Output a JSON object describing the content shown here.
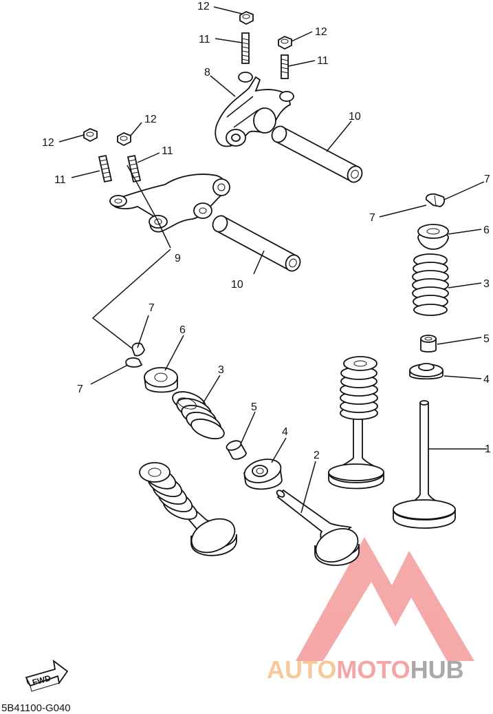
{
  "callouts": [
    {
      "id": "c12a",
      "label": "12"
    },
    {
      "id": "c11a",
      "label": "11"
    },
    {
      "id": "c12b",
      "label": "12"
    },
    {
      "id": "c11b",
      "label": "11"
    },
    {
      "id": "c8",
      "label": "8"
    },
    {
      "id": "c10a",
      "label": "10"
    },
    {
      "id": "c12c",
      "label": "12"
    },
    {
      "id": "c12d",
      "label": "12"
    },
    {
      "id": "c11c",
      "label": "11"
    },
    {
      "id": "c11d",
      "label": "11"
    },
    {
      "id": "c9",
      "label": "9"
    },
    {
      "id": "c10b",
      "label": "10"
    },
    {
      "id": "c7a",
      "label": "7"
    },
    {
      "id": "c7b",
      "label": "7"
    },
    {
      "id": "c6a",
      "label": "6"
    },
    {
      "id": "c3a",
      "label": "3"
    },
    {
      "id": "c5a",
      "label": "5"
    },
    {
      "id": "c4a",
      "label": "4"
    },
    {
      "id": "c1",
      "label": "1"
    },
    {
      "id": "c7c",
      "label": "7"
    },
    {
      "id": "c7d",
      "label": "7"
    },
    {
      "id": "c6b",
      "label": "6"
    },
    {
      "id": "c3b",
      "label": "3"
    },
    {
      "id": "c5b",
      "label": "5"
    },
    {
      "id": "c4b",
      "label": "4"
    },
    {
      "id": "c2",
      "label": "2"
    }
  ],
  "fwd_label": "FWD",
  "diagram_code": "5B41100-G040",
  "watermark": {
    "part1": "AUTO",
    "part2": "MOTO",
    "part3": "HUB",
    "color1": "#f7c99a",
    "color2": "#f5a5a5",
    "color3": "#a9a9a9",
    "logo_color": "#f59a9a"
  }
}
